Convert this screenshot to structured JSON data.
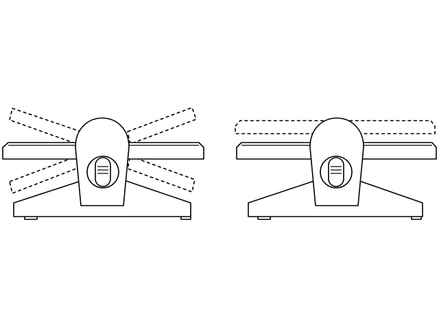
{
  "colors": {
    "background": "#ffffff",
    "line": "#000000"
  },
  "figures": [
    {
      "name": "adjustable-range",
      "dashed_positions": [
        "tilt-up",
        "tilt-down"
      ]
    },
    {
      "name": "level-position",
      "dashed_positions": [
        "raised-level"
      ]
    }
  ]
}
